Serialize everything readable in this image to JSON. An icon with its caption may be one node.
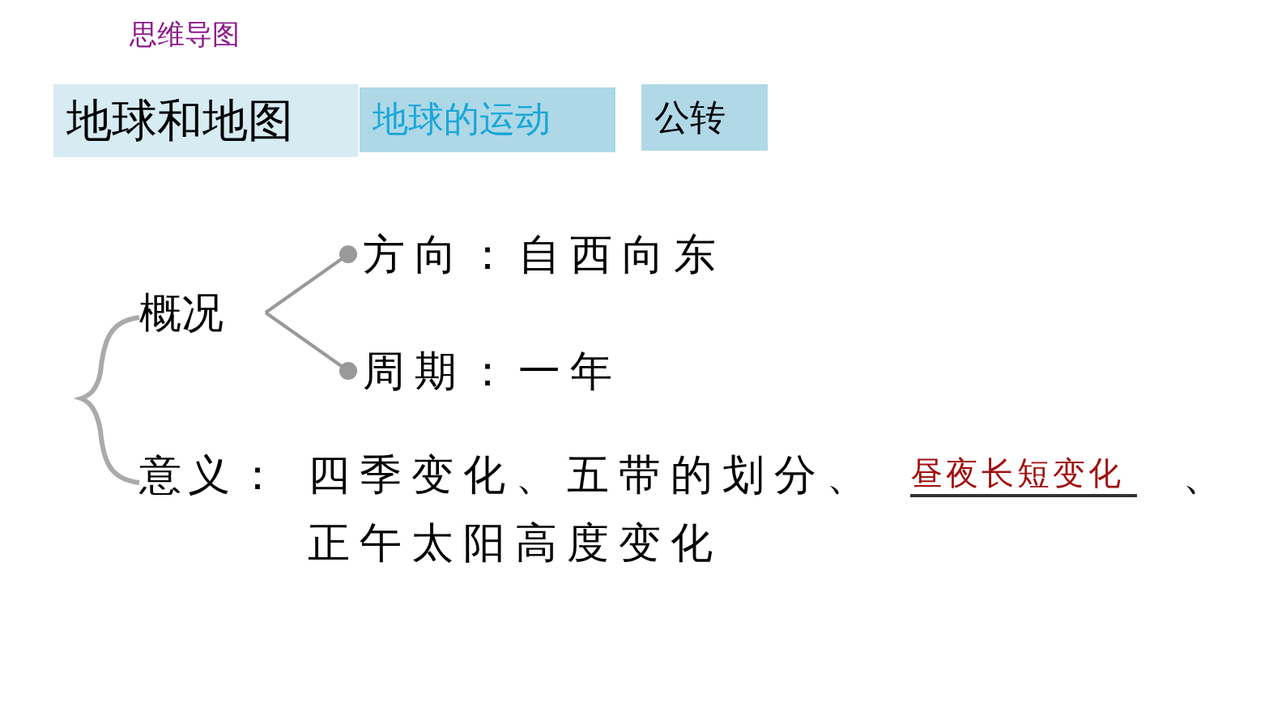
{
  "diagram": {
    "title": "思维导图",
    "nodes": [
      {
        "text": [
          "地球和地图"
        ]
      },
      {
        "text": [
          "地球的运动"
        ]
      },
      {
        "text": [
          "公转"
        ]
      },
      {
        "text": [
          "概况"
        ]
      },
      {
        "text": [
          "方向：自西向东"
        ]
      },
      {
        "text": [
          "周期：一年"
        ]
      },
      {
        "text": [
          "意义：",
          "四季变化、五带的划分、",
          "昼夜长短变化",
          "、",
          "正午太阳高度变化"
        ]
      }
    ],
    "edges": [
      {
        "from": 3,
        "to": 4,
        "arrow": "other"
      },
      {
        "from": 3,
        "to": 5,
        "arrow": "other"
      }
    ]
  }
}
